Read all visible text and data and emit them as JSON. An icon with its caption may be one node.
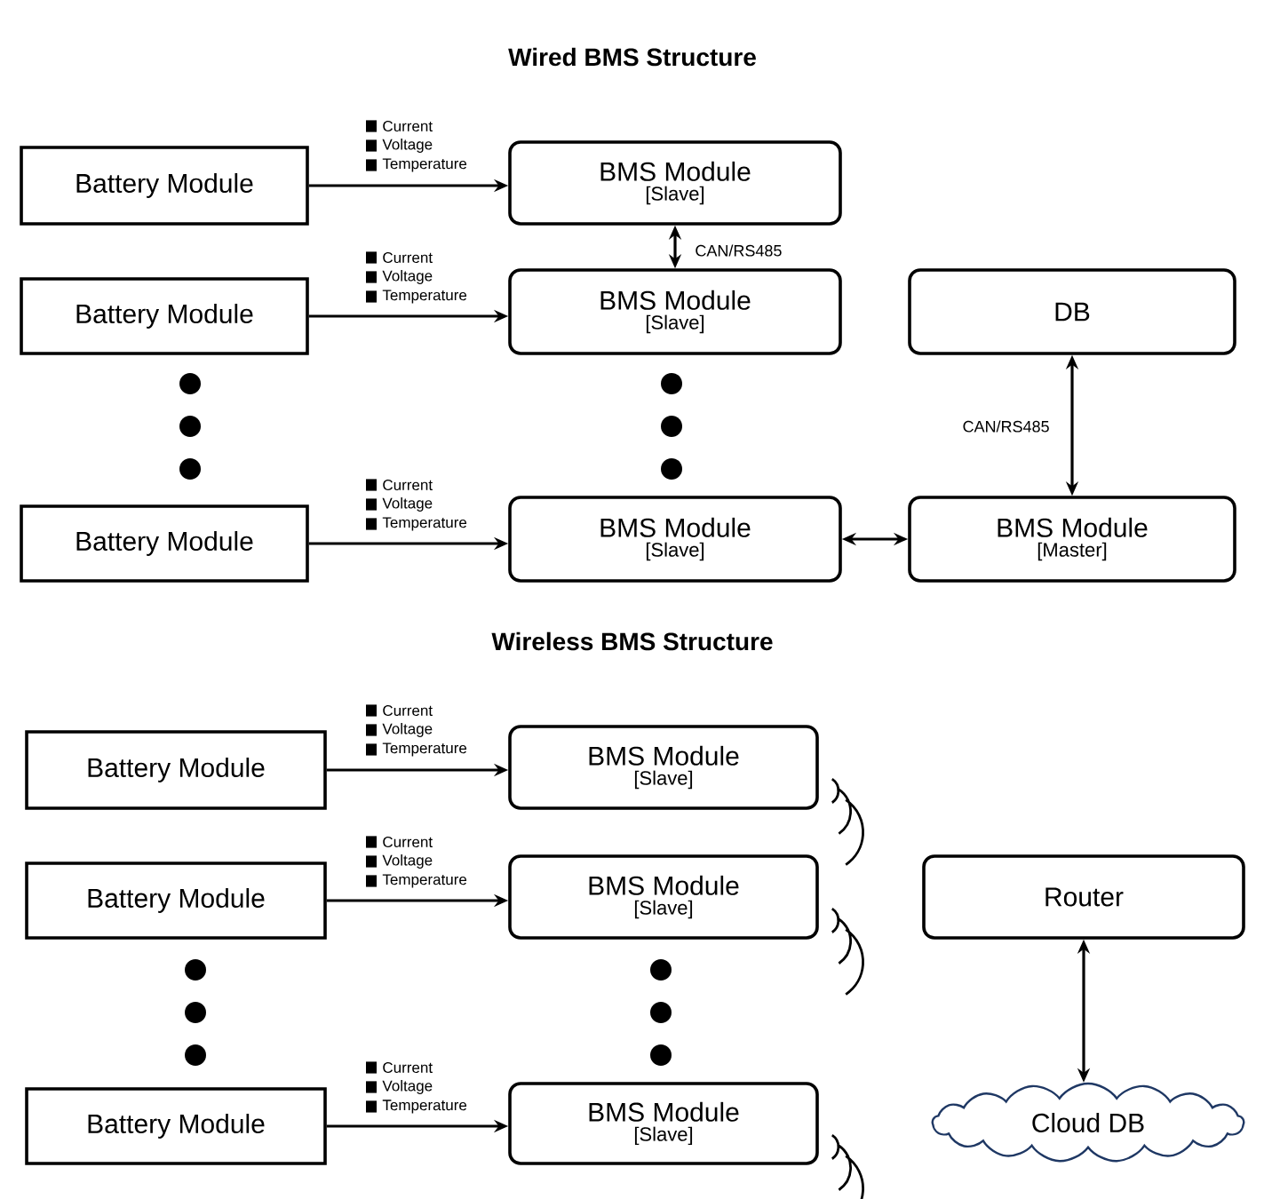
{
  "diagram": {
    "nodes": [
      {
        "text": [
          "Battery Module"
        ]
      },
      {
        "text": [
          "BMS Module",
          "[Slave]"
        ]
      },
      {
        "text": [
          "Battery Module"
        ]
      },
      {
        "text": [
          "BMS Module",
          "[Slave]"
        ]
      },
      {
        "text": [
          "DB"
        ]
      },
      {
        "text": [
          "Battery Module"
        ]
      },
      {
        "text": [
          "BMS Module",
          "[Slave]"
        ]
      },
      {
        "text": [
          "BMS Module",
          "[Master]"
        ]
      },
      {
        "text": [
          "Battery Module"
        ]
      },
      {
        "text": [
          "BMS Module",
          "[Slave]"
        ]
      },
      {
        "text": [
          "Battery Module"
        ]
      },
      {
        "text": [
          "BMS Module",
          "[Slave]"
        ]
      },
      {
        "text": [
          "Router"
        ]
      },
      {
        "text": [
          "Battery Module"
        ]
      },
      {
        "text": [
          "BMS Module",
          "[Slave]"
        ]
      },
      {
        "text": [
          "Cloud DB"
        ]
      }
    ],
    "edges": [
      {
        "from": 0,
        "to": 1,
        "arrow": "to"
      },
      {
        "from": 2,
        "to": 3,
        "arrow": "to"
      },
      {
        "from": 5,
        "to": 6,
        "arrow": "to"
      },
      {
        "from": 1,
        "to": 3,
        "arrow": "both",
        "label": "CAN/RS485"
      },
      {
        "from": 6,
        "to": 7,
        "arrow": "both"
      },
      {
        "from": 4,
        "to": 7,
        "arrow": "both",
        "label": "CAN/RS485"
      },
      {
        "from": 8,
        "to": 9,
        "arrow": "to"
      },
      {
        "from": 10,
        "to": 11,
        "arrow": "to"
      },
      {
        "from": 13,
        "to": 14,
        "arrow": "to"
      },
      {
        "from": 12,
        "to": 15,
        "arrow": "both"
      }
    ],
    "labels": [
      "Wired BMS Structure",
      "Wireless BMS Structure",
      "Current",
      "Voltage",
      "Temperature",
      "Current",
      "Voltage",
      "Temperature",
      "Current",
      "Voltage",
      "Temperature",
      "Current",
      "Voltage",
      "Temperature",
      "Current",
      "Voltage",
      "Temperature",
      "Current",
      "Voltage",
      "Temperature"
    ]
  }
}
